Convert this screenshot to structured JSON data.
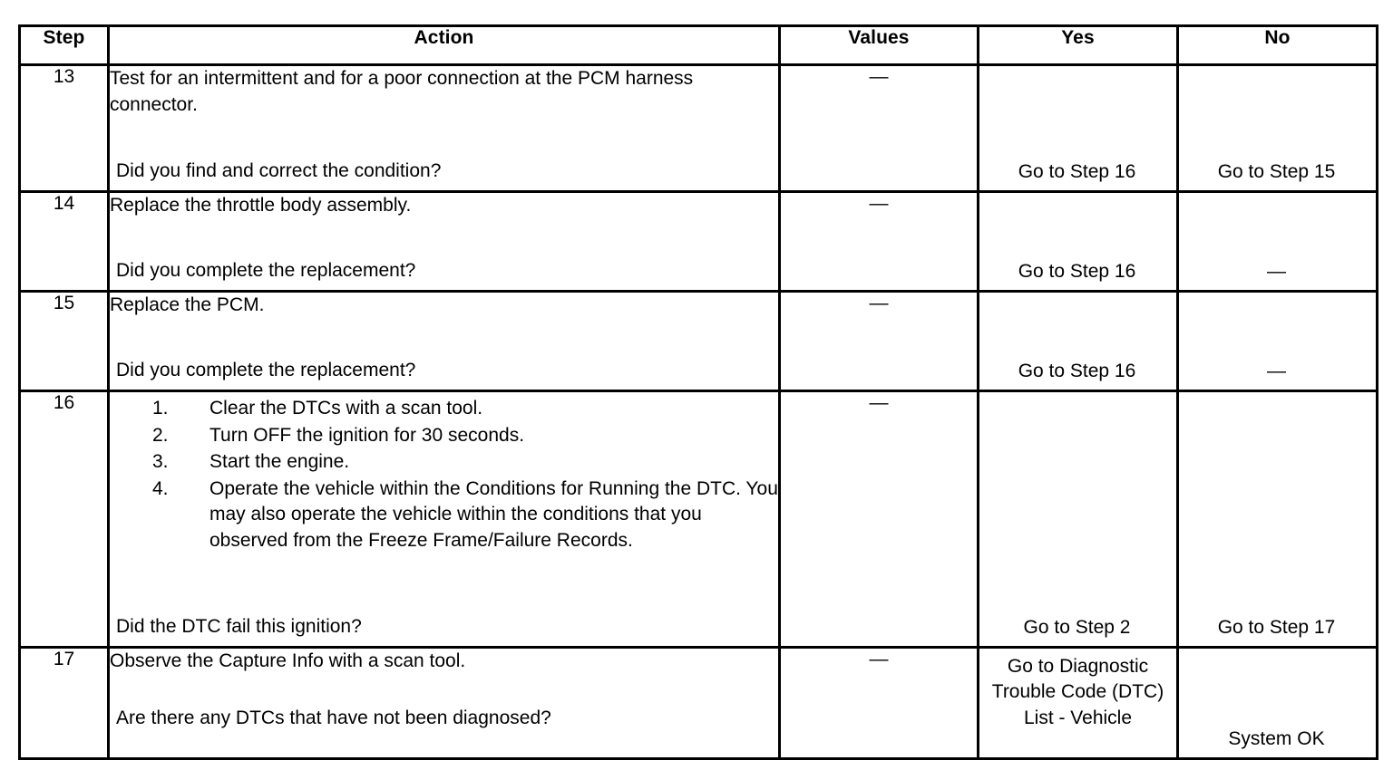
{
  "table": {
    "headers": [
      "Step",
      "Action",
      "Values",
      "Yes",
      "No"
    ],
    "rows": [
      {
        "step": "13",
        "action_top": "Test for an intermittent and for a poor connection at the PCM harness connector.",
        "action_question": "Did you find and correct the condition?",
        "values": "—",
        "yes": "Go to Step 16",
        "no": "Go to Step 15"
      },
      {
        "step": "14",
        "action_top": "Replace the throttle body assembly.",
        "action_question": "Did you complete the replacement?",
        "values": "—",
        "yes": "Go to Step 16",
        "no": "—"
      },
      {
        "step": "15",
        "action_top": "Replace the PCM.",
        "action_question": "Did you complete the replacement?",
        "values": "—",
        "yes": "Go to Step 16",
        "no": "—"
      },
      {
        "step": "16",
        "action_list": [
          {
            "num": "1.",
            "text": "Clear the DTCs with a scan tool."
          },
          {
            "num": "2.",
            "text": "Turn OFF the ignition for 30 seconds."
          },
          {
            "num": "3.",
            "text": "Start the engine."
          },
          {
            "num": "4.",
            "text": "Operate the vehicle within the Conditions for Running the DTC. You may also operate the vehicle within the conditions that you observed from the Freeze Frame/Failure Records."
          }
        ],
        "action_question": "Did the DTC fail this ignition?",
        "values": "—",
        "yes": "Go to Step 2",
        "no": "Go to Step 17"
      },
      {
        "step": "17",
        "action_top": "Observe the Capture Info with a scan tool.",
        "action_question": "Are there any DTCs that have not been diagnosed?",
        "values": "—",
        "yes": "Go to Diagnostic Trouble Code (DTC) List - Vehicle",
        "no": "System OK"
      }
    ]
  },
  "colors": {
    "border": "#000000",
    "text": "#000000",
    "background": "#ffffff"
  }
}
